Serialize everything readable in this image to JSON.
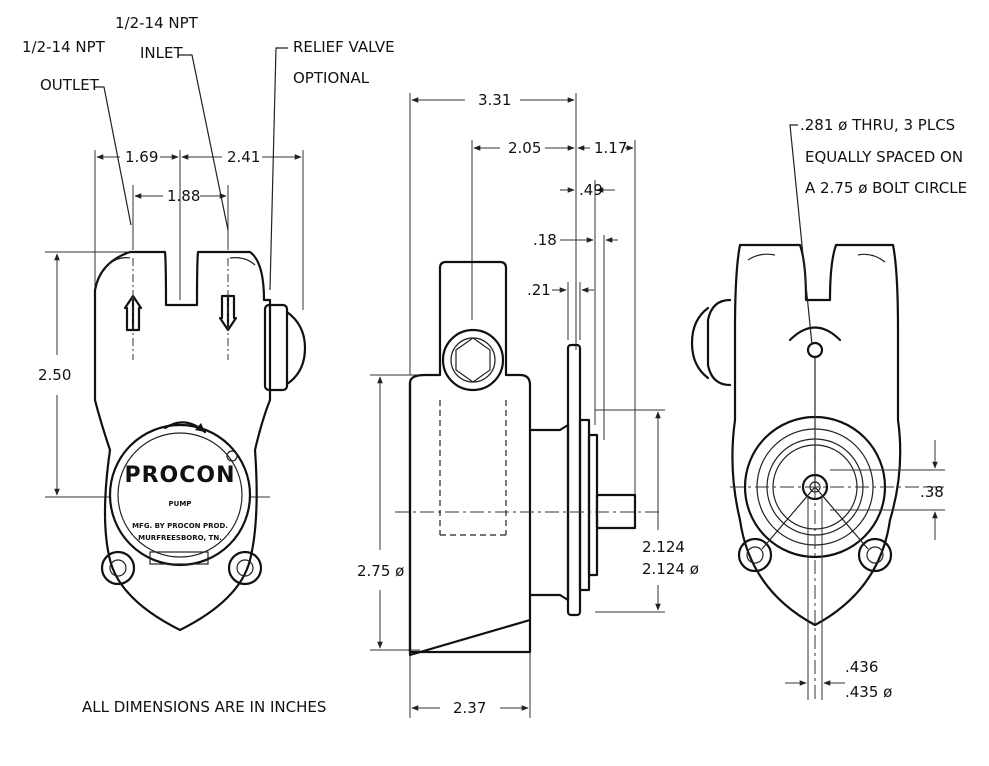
{
  "labels": {
    "outlet_line1": "1/2-14 NPT",
    "outlet_line2": "OUTLET",
    "inlet_line1": "1/2-14 NPT",
    "inlet_line2": "INLET",
    "relief_line1": "RELIEF VALVE",
    "relief_line2": "OPTIONAL",
    "bolt_line1": ".281 ø THRU, 3 PLCS",
    "bolt_line2": "EQUALLY SPACED ON",
    "bolt_line3": "A 2.75 ø BOLT CIRCLE",
    "footer": "ALL DIMENSIONS ARE IN INCHES"
  },
  "pump_plate": {
    "brand": "PROCON",
    "sub": "PUMP",
    "mfg_line1": "MFG. BY PROCON PROD.",
    "mfg_line2": "MURFREESBORO, TN."
  },
  "dimensions": {
    "d_169": "1.69",
    "d_241": "2.41",
    "d_188": "1.88",
    "d_250": "2.50",
    "d_331": "3.31",
    "d_205": "2.05",
    "d_117": "1.17",
    "d_49": ".49",
    "d_18": ".18",
    "d_21": ".21",
    "d_275": "2.75 ø",
    "d_2124_a": "2.124",
    "d_2124_b": "2.124 ø",
    "d_237": "2.37",
    "d_38": ".38",
    "d_436": ".436",
    "d_435": ".435 ø"
  },
  "colors": {
    "line": "#111111",
    "background": "#ffffff"
  }
}
